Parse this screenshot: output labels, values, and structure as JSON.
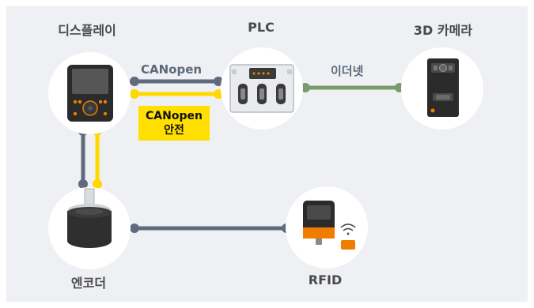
{
  "nodes": {
    "display": {
      "label": "디스플레이"
    },
    "plc": {
      "label": "PLC"
    },
    "camera": {
      "label": "3D 카메라"
    },
    "encoder": {
      "label": "엔코더"
    },
    "rfid": {
      "label": "RFID"
    }
  },
  "connections": {
    "canopen": {
      "label": "CANopen"
    },
    "canopen_safety": {
      "line1": "CANopen",
      "line2": "안전"
    },
    "ethernet": {
      "label": "이더넷"
    }
  },
  "colors": {
    "canopen": "#5f6b7d",
    "safety": "#ffd800",
    "ethernet": "#7a9a6e",
    "accent": "#f07d00"
  }
}
